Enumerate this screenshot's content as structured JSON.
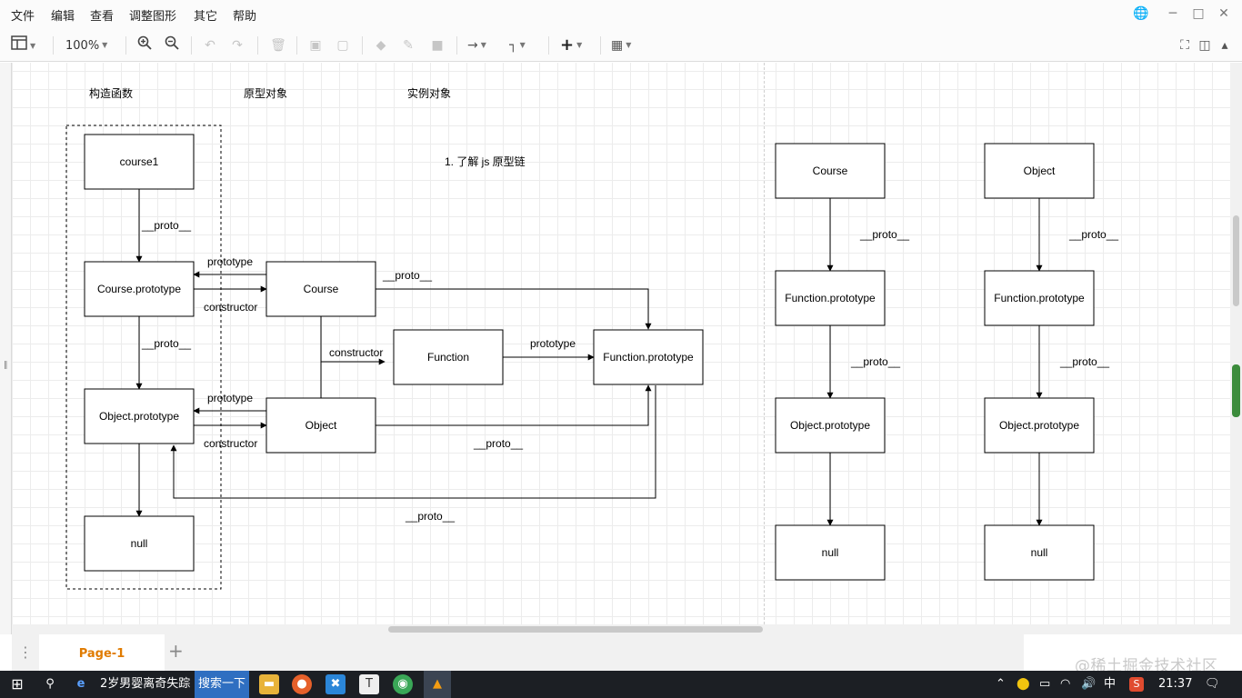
{
  "menu": {
    "items": [
      "文件",
      "编辑",
      "查看",
      "调整图形",
      "其它",
      "帮助"
    ]
  },
  "toolbar": {
    "zoom": "100%"
  },
  "diagram": {
    "headers": [
      "构造函数",
      "原型对象",
      "实例对象"
    ],
    "note": "1. 了解 js 原型链",
    "nodes": {
      "course1": "course1",
      "course_prototype": "Course.prototype",
      "object_prototype": "Object.prototype",
      "null": "null",
      "course": "Course",
      "object": "Object",
      "function": "Function",
      "function_prototype": "Function.prototype",
      "r_course": "Course",
      "r_course_fp": "Function.prototype",
      "r_course_op": "Object.prototype",
      "r_course_null": "null",
      "r_object": "Object",
      "r_object_fp": "Function.prototype",
      "r_object_op": "Object.prototype",
      "r_object_null": "null"
    },
    "edges": {
      "proto": "__proto__",
      "prototype": "prototype",
      "constructor": "constructor"
    }
  },
  "pages": {
    "tab": "Page-1"
  },
  "taskbar": {
    "news": "2岁男婴离奇失踪",
    "search": "搜索一下",
    "ime": "中",
    "time": "21:37"
  },
  "watermark": "@稀土掘金技术社区"
}
